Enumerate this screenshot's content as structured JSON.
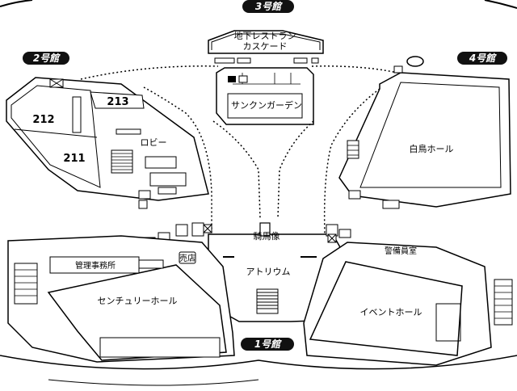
{
  "buildings": {
    "b1": "1号館",
    "b2": "2号館",
    "b3": "3号館",
    "b4": "4号館"
  },
  "rooms": {
    "restaurant_line1": "地下レストラン",
    "restaurant_line2": "カスケード",
    "sunken_garden": "サンクンガーデン",
    "lobby": "ロビー",
    "r211": "211",
    "r212": "212",
    "r213": "213",
    "hakucho_hall": "白鳥ホール",
    "statue": "騎馬像",
    "atrium": "アトリウム",
    "admin_office": "管理事務所",
    "shop": "売店",
    "security_room": "警備員室",
    "century_hall": "センチュリーホール",
    "event_hall": "イベントホール"
  },
  "colors": {
    "ink": "#000000",
    "paper": "#ffffff",
    "pill": "#111111"
  },
  "icons": [
    "restroom-icon",
    "stairs-icon",
    "elevator-icon",
    "telephone-icon"
  ]
}
